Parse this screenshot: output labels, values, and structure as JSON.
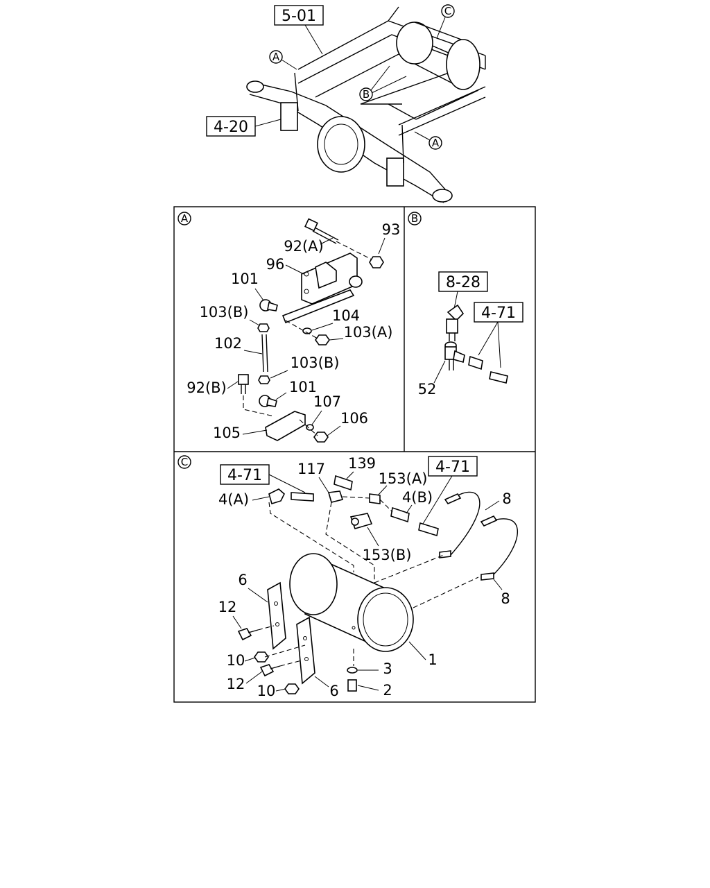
{
  "overview": {
    "refs": {
      "frame": "5-01",
      "axle": "4-20"
    },
    "callouts": {
      "a1": "A",
      "a2": "A",
      "b": "B",
      "c": "C"
    }
  },
  "panel_a": {
    "tag": "A",
    "labels": {
      "p93": "93",
      "p92a": "92(A)",
      "p96": "96",
      "p101a": "101",
      "p103b1": "103(B)",
      "p104": "104",
      "p103a": "103(A)",
      "p102": "102",
      "p103b2": "103(B)",
      "p92b": "92(B)",
      "p101b": "101",
      "p107": "107",
      "p106": "106",
      "p105": "105"
    }
  },
  "panel_b": {
    "tag": "B",
    "refs": {
      "r828": "8-28",
      "r471": "4-71"
    },
    "labels": {
      "p52": "52"
    }
  },
  "panel_c": {
    "tag": "C",
    "refs": {
      "r471a": "4-71",
      "r471b": "4-71"
    },
    "labels": {
      "p117": "117",
      "p139": "139",
      "p153a": "153(A)",
      "p4a": "4(A)",
      "p4b": "4(B)",
      "p8a": "8",
      "p153b": "153(B)",
      "p6a": "6",
      "p8b": "8",
      "p12a": "12",
      "p1": "1",
      "p10a": "10",
      "p3": "3",
      "p12b": "12",
      "p2": "2",
      "p10b": "10",
      "p6b": "6"
    }
  }
}
